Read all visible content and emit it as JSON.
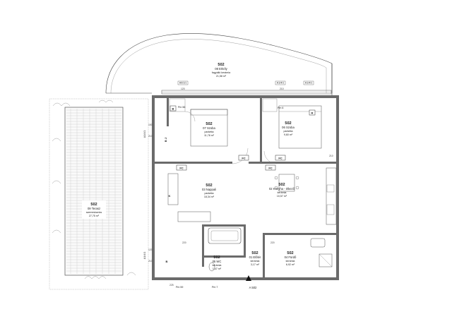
{
  "rooms": [
    {
      "key": "erkely",
      "id": "502",
      "name": "08 Erkély",
      "floor": "fagyálló kerámia",
      "area": "21,58 m²"
    },
    {
      "key": "szoba7",
      "id": "502",
      "name": "07 Szoba",
      "floor": "parketta",
      "area": "11,78 m²"
    },
    {
      "key": "szoba6",
      "id": "502",
      "name": "06 Szoba",
      "floor": "parketta",
      "area": "9,60 m²"
    },
    {
      "key": "napp",
      "id": "502",
      "name": "03 Nappali",
      "floor": "parketta",
      "area": "18,34 m²"
    },
    {
      "key": "konyha",
      "id": "502",
      "name": "02 Konyha - étkező",
      "floor": "kerámia",
      "area": "10,57 m²"
    },
    {
      "key": "terasz",
      "id": "502",
      "name": "09 Terasz",
      "floor": "szemeskavics",
      "area": "27,75 m²"
    },
    {
      "key": "wc",
      "id": "502",
      "name": "05 WC",
      "floor": "kerámia",
      "area": "1,47 m²"
    },
    {
      "key": "eloter",
      "id": "502",
      "name": "01 Előtér",
      "floor": "kerámia",
      "area": "3,17 m²"
    },
    {
      "key": "furdo",
      "id": "502",
      "name": "04 Fürdő",
      "floor": "kerámia",
      "area": "6,92 m²"
    }
  ],
  "tags": {
    "fc1": "FC",
    "fc2": "FC",
    "fc3": "FC",
    "fc4": "FC",
    "b": "B",
    "r": "R",
    "bj": "B J",
    "k": "K",
    "bb": "B",
    "pm56": "Pm 56",
    "pm6": "Pm 6",
    "pm7": "Pm 7",
    "pm59": "Pm 59",
    "section": "A 502"
  },
  "window_tags": {
    "w1": "A0/1/1",
    "w2": "A1/4/1",
    "w3": "A1/4/1",
    "w4": "A1/4/1",
    "w5": "A1/4/1"
  },
  "dims": {
    "d150": "150",
    "d210": "210",
    "d120": "120",
    "d210b": "210",
    "d120b": "120",
    "d210c": "210",
    "d220": "220",
    "d225": "225",
    "d220b": "220",
    "d210d": "210"
  }
}
